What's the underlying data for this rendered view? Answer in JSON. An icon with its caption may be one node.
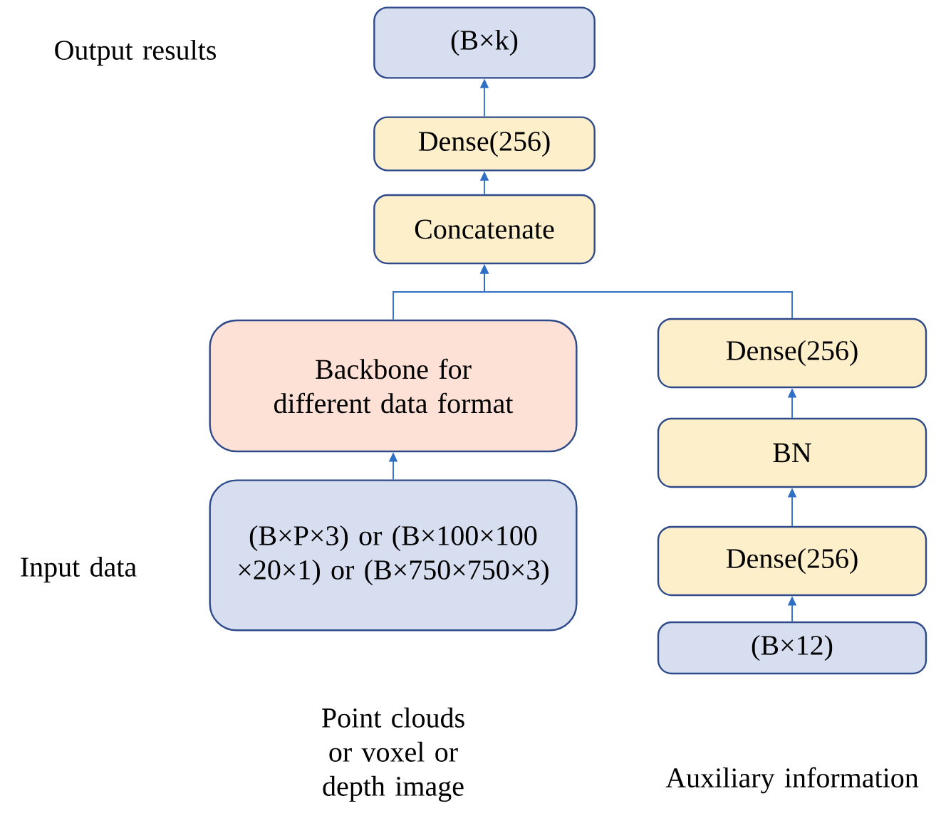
{
  "diagram": {
    "nodes": [
      {
        "text": [
          "(B×k)"
        ]
      },
      {
        "text": [
          "Dense(256)"
        ]
      },
      {
        "text": [
          "Concatenate"
        ]
      },
      {
        "text": [
          "Backbone for different data format"
        ]
      },
      {
        "text": [
          "(B×P×3) or (B×100×100 ×20×1) or (B×750×750×3)"
        ]
      },
      {
        "text": [
          "Dense(256)"
        ]
      },
      {
        "text": [
          "BN"
        ]
      },
      {
        "text": [
          "Dense(256)"
        ]
      },
      {
        "text": [
          "(B×12)"
        ]
      }
    ],
    "edges": [
      {
        "from": 1,
        "to": 0,
        "arrow": "to"
      },
      {
        "from": 2,
        "to": 1,
        "arrow": "to"
      },
      {
        "from": 3,
        "to": 2,
        "arrow": "to"
      },
      {
        "from": 5,
        "to": 2,
        "arrow": "to"
      },
      {
        "from": 4,
        "to": 3,
        "arrow": "to"
      },
      {
        "from": 6,
        "to": 5,
        "arrow": "to"
      },
      {
        "from": 7,
        "to": 6,
        "arrow": "to"
      },
      {
        "from": 8,
        "to": 7,
        "arrow": "to"
      }
    ],
    "labels": [
      "Output results",
      "Input data",
      "Point clouds or voxel or depth image",
      "Auxiliary information"
    ]
  }
}
